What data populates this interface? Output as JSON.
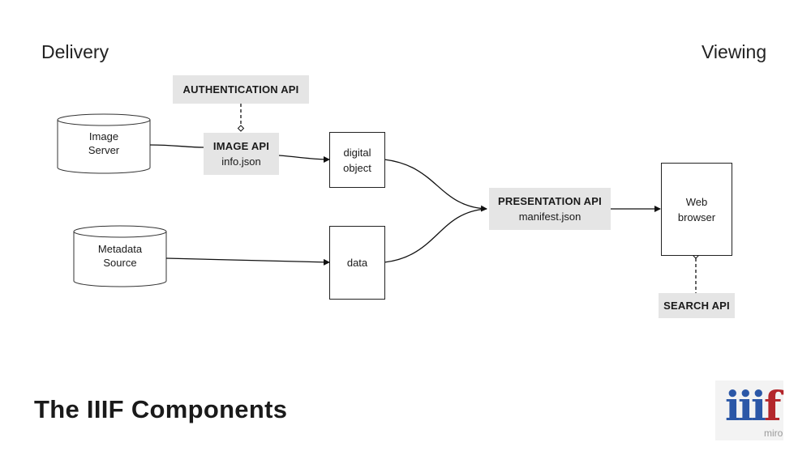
{
  "headings": {
    "left": "Delivery",
    "right": "Viewing"
  },
  "sources": {
    "image_server": "Image\nServer",
    "metadata_source": "Metadata\nSource"
  },
  "apis": {
    "authentication": {
      "title": "AUTHENTICATION API"
    },
    "image": {
      "title": "IMAGE API",
      "sub": "info.json"
    },
    "presentation": {
      "title": "PRESENTATION API",
      "sub": "manifest.json"
    },
    "search": {
      "title": "SEARCH API"
    }
  },
  "nodes": {
    "digital_object": "digital\nobject",
    "data": "data",
    "web_browser": "Web\nbrowser"
  },
  "title": "The IIIF Components",
  "logo": {
    "mark_blue": "iii",
    "mark_red": "f",
    "caption": "miro"
  },
  "colors": {
    "api_fill": "#e5e5e5",
    "logo_blue": "#2b57a7",
    "logo_red": "#b3262b"
  }
}
